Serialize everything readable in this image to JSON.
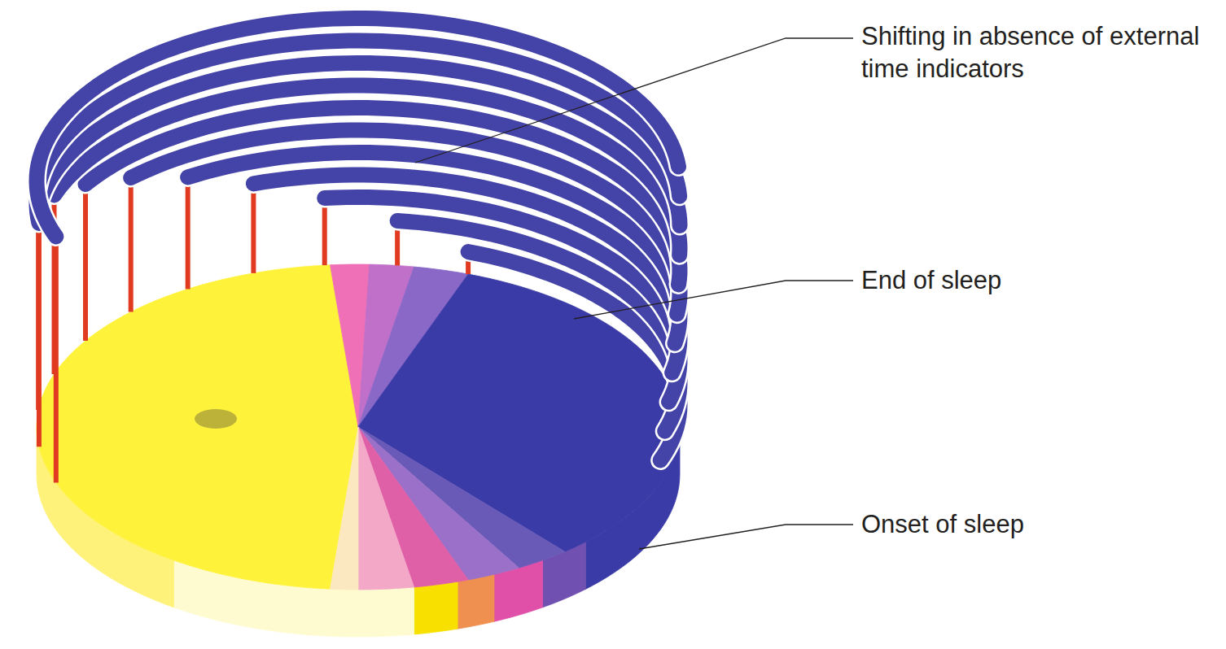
{
  "diagram": {
    "labels": [
      "Shifting in absence of external time indicators",
      "End of sleep",
      "Onset of sleep"
    ]
  }
}
